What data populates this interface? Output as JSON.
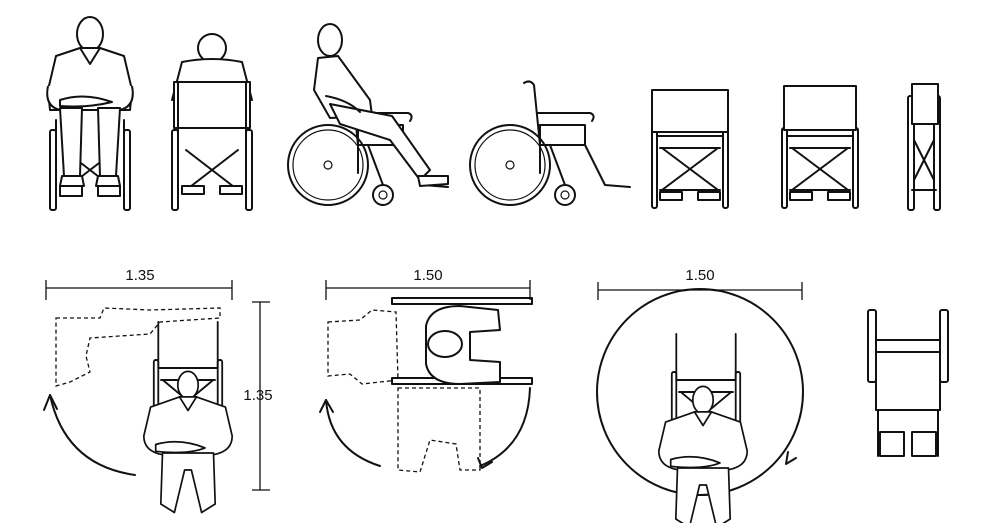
{
  "title": "",
  "dimensions": {
    "turn_90": "1.35",
    "turn_90_depth": "1.35",
    "turn_180": "1.50",
    "turn_360": "1.50"
  },
  "icons": [
    "person-in-wheelchair-front-icon",
    "person-in-wheelchair-back-icon",
    "person-in-wheelchair-side-icon",
    "wheelchair-side-icon",
    "wheelchair-front-icon",
    "wheelchair-back-icon",
    "wheelchair-folded-icon",
    "wheelchair-top-icon"
  ]
}
